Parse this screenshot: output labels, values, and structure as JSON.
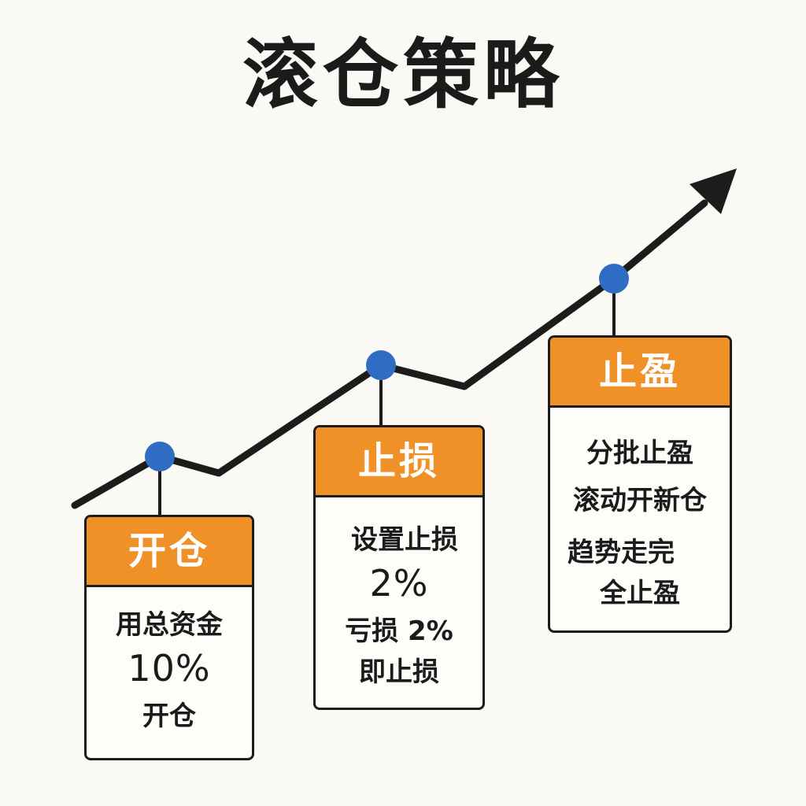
{
  "title": "滚仓策略",
  "colors": {
    "background": "#fbf9f4",
    "header": "#ef9127",
    "node": "#2f6cc4",
    "line": "#1c1c1c"
  },
  "cards": [
    {
      "header": "开仓",
      "lines": [
        "用总资金",
        "10%",
        "开仓"
      ]
    },
    {
      "header": "止损",
      "lines": [
        "设置止损",
        "2%",
        "亏损 2%",
        "即止损"
      ]
    },
    {
      "header": "止盈",
      "lines": [
        "分批止盈",
        "滚动开新仓",
        "趋势走完",
        "全止盈"
      ]
    }
  ]
}
